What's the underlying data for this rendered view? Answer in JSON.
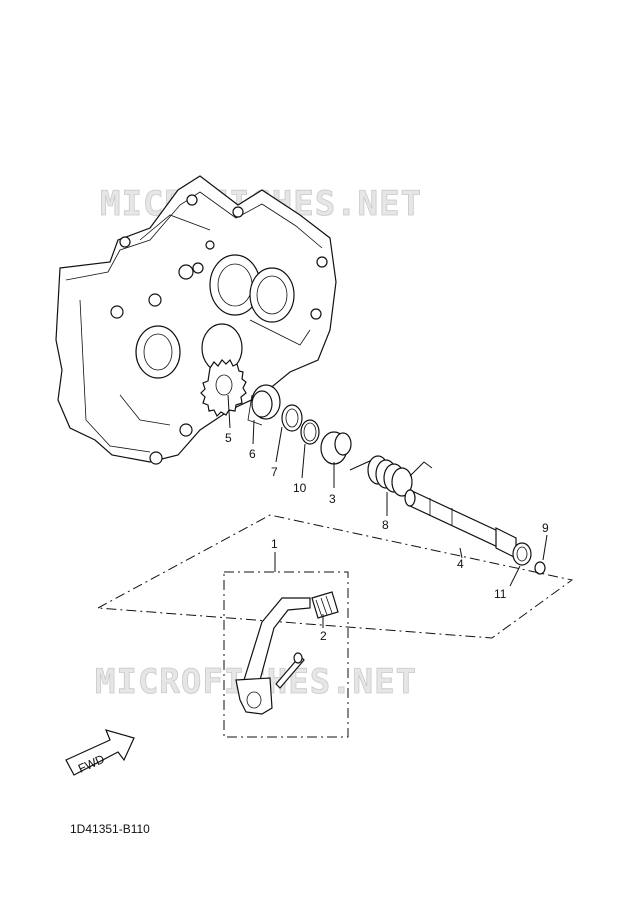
{
  "watermarks": [
    "MICROFICHES.NET",
    "MICROFICHES.NET"
  ],
  "callouts": [
    {
      "num": "1"
    },
    {
      "num": "2"
    },
    {
      "num": "3"
    },
    {
      "num": "4"
    },
    {
      "num": "5"
    },
    {
      "num": "6"
    },
    {
      "num": "7"
    },
    {
      "num": "8"
    },
    {
      "num": "9"
    },
    {
      "num": "10"
    },
    {
      "num": "11"
    }
  ],
  "fwd_label": "FWD",
  "diagram_code": "1D41351-B110"
}
